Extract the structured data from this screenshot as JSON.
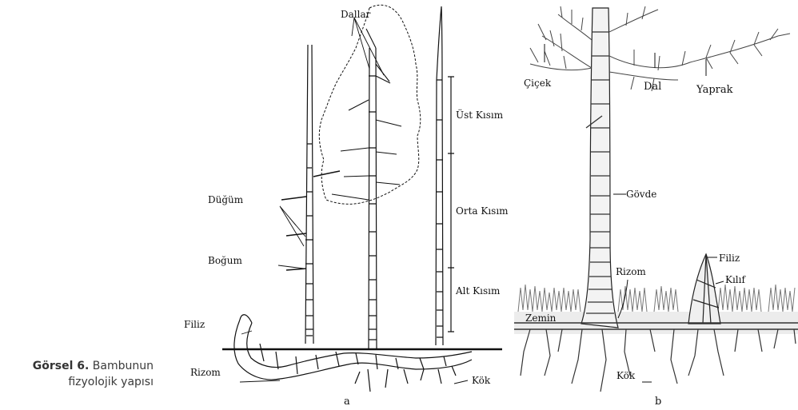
{
  "caption": {
    "label": "Görsel 6.",
    "line1": "Bambunun",
    "line2": "fizyolojik yapısı"
  },
  "figure_a": {
    "panel_label": "a",
    "labels": {
      "dallar": "Dallar",
      "ust": "Üst Kısım",
      "orta": "Orta Kısım",
      "alt": "Alt Kısım",
      "dugum": "Düğüm",
      "bogum": "Boğum",
      "filiz": "Filiz",
      "rizom": "Rizom",
      "kok": "Kök"
    }
  },
  "figure_b": {
    "panel_label": "b",
    "labels": {
      "cicek": "Çiçek",
      "dal": "Dal",
      "yaprak": "Yaprak",
      "govde": "Gövde",
      "rizom": "Rizom",
      "filiz": "Filiz",
      "kilif": "Kılıf",
      "zemin": "Zemin",
      "kok": "Kök"
    }
  }
}
